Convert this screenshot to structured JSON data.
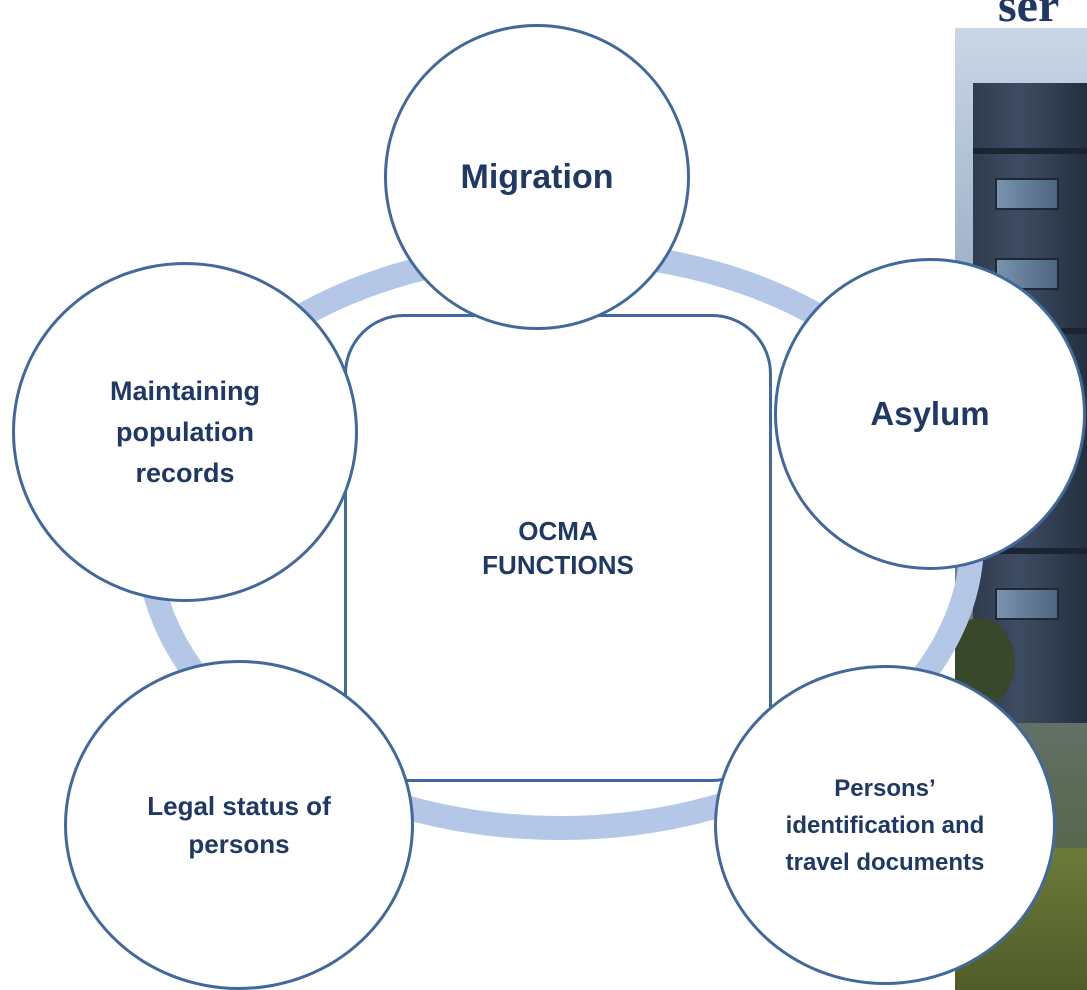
{
  "header": {
    "title_fragment": "ser"
  },
  "colors": {
    "ring": "#b4c7e7",
    "node_border": "#41699b",
    "text": "#1f3864"
  },
  "center": {
    "label": "OCMA FUNCTIONS"
  },
  "nodes": [
    {
      "id": "migration",
      "label": "Migration"
    },
    {
      "id": "asylum",
      "label": "Asylum"
    },
    {
      "id": "records",
      "label": "Maintaining population records"
    },
    {
      "id": "legal",
      "label": "Legal status of persons"
    },
    {
      "id": "persons",
      "label": "Persons’ identification and travel documents"
    }
  ]
}
